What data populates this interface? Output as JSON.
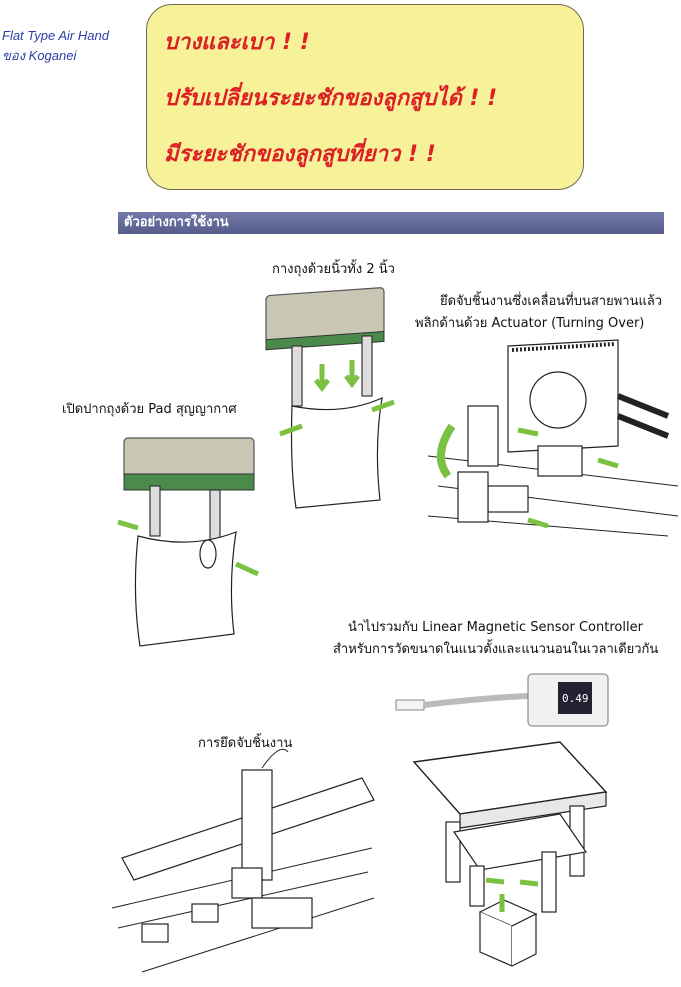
{
  "brand": {
    "line1": "Flat Type Air Hand",
    "line2": "ของ Koganei"
  },
  "headlines": [
    "บางและเบา ! !",
    "ปรับเปลี่ยนระยะชักของลูกสูบได้ ! !",
    "มีระยะชักของลูกสูบที่ยาว ! !"
  ],
  "section": {
    "title": "ตัวอย่างการใช้งาน"
  },
  "captions": {
    "bag_two_fingers": "กางถุงด้วยนิ้วทั้ง 2 นิ้ว",
    "conveyor_line1": "ยึดจับชิ้นงานซึ่งเคลื่อนที่บนสายพานแล้ว",
    "conveyor_line2": "พลิกด้านด้วย Actuator (Turning Over)",
    "bag_pad": "เปิดปากถุงด้วย Pad สุญญากาศ",
    "sensor_line1": "นำไปรวมกับ Linear Magnetic Sensor Controller",
    "sensor_line2": "สำหรับการวัดขนาดในแนวตั้งและแนวนอนในเวลาเดียวกัน",
    "gripping": "การยึดจับชิ้นงาน"
  },
  "sensor_display": "0.49",
  "colors": {
    "headline": "#dd1f25",
    "callout_fill": "#f7f19a",
    "section_bar": "#5f6694",
    "brand_text": "#2c3fa8",
    "arrow": "#7cc242"
  }
}
